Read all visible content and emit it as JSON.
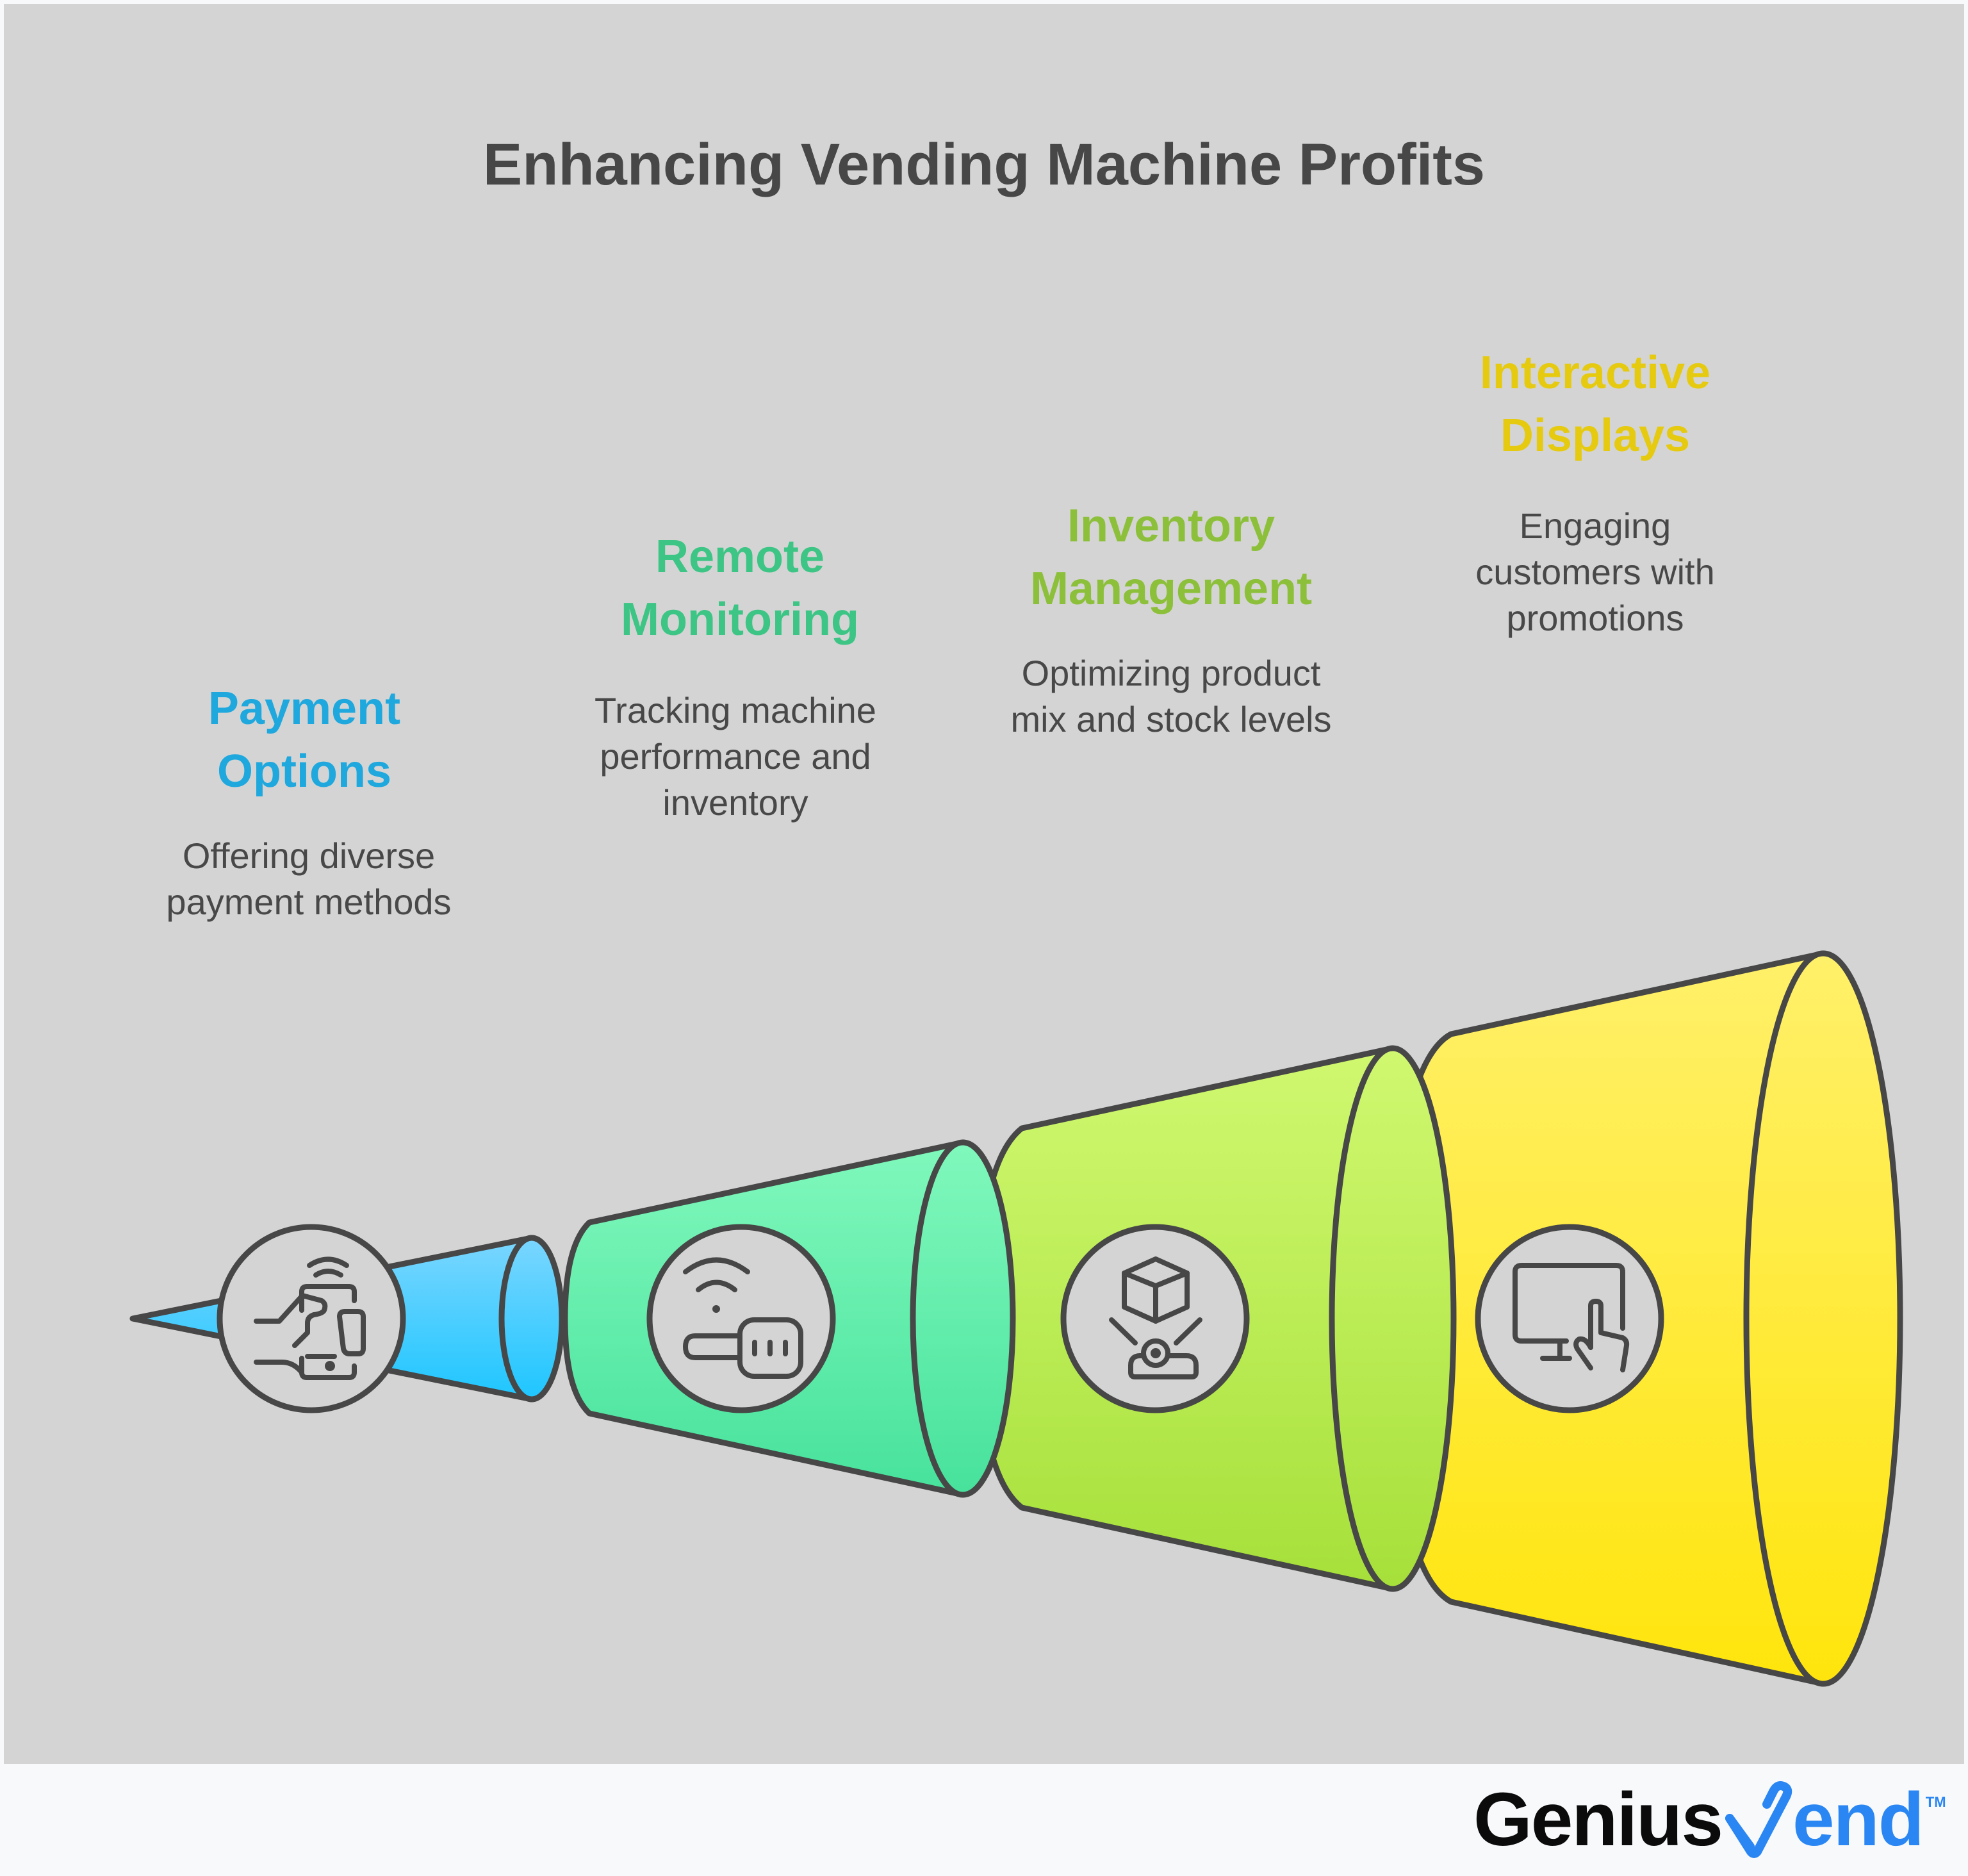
{
  "title": "Enhancing Vending Machine Profits",
  "steps": [
    {
      "title_line1": "Payment",
      "title_line2": "Options",
      "desc_lines": [
        "Offering diverse",
        "payment methods"
      ],
      "color": "#1fa8dd",
      "fill_top": "#7ad6ff",
      "fill_bottom": "#1ec6ff",
      "icon": "contactless-phone-payment-icon"
    },
    {
      "title_line1": "Remote",
      "title_line2": "Monitoring",
      "desc_lines": [
        "Tracking machine",
        "performance and",
        "inventory"
      ],
      "color": "#3cc584",
      "fill_top": "#80f8bc",
      "fill_bottom": "#47e29c",
      "icon": "wifi-sensor-icon"
    },
    {
      "title_line1": "Inventory",
      "title_line2": "Management",
      "desc_lines": [
        "Optimizing product",
        "mix and stock levels"
      ],
      "color": "#8dc03a",
      "fill_top": "#d0f870",
      "fill_bottom": "#a6e03a",
      "icon": "box-scanner-icon"
    },
    {
      "title_line1": "Interactive",
      "title_line2": "Displays",
      "desc_lines": [
        "Engaging",
        "customers with",
        "promotions"
      ],
      "color": "#e5ca10",
      "fill_top": "#fff06a",
      "fill_bottom": "#ffe50c",
      "icon": "touchscreen-monitor-icon"
    }
  ],
  "footer": {
    "brand_part1": "Genius",
    "brand_part2": "end",
    "brand_mark": "checkmark-v-icon",
    "trademark": "TM",
    "brand_color": "#2a86f2"
  }
}
